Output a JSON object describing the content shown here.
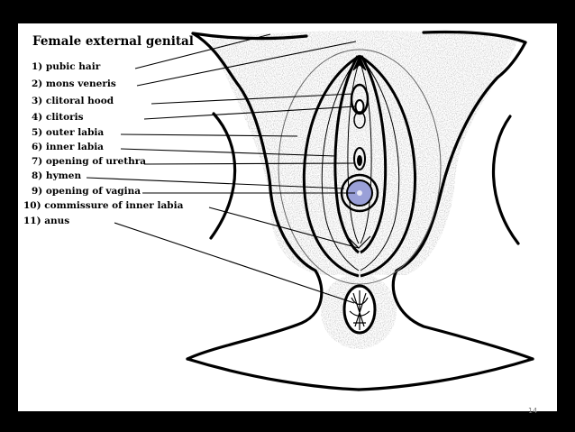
{
  "title": "Female external genital",
  "labels": [
    "1) pubic hair",
    "2) mons veneris",
    "3) clitoral hood",
    "4) clitoris",
    "5) outer labia",
    "6) inner labia",
    "7) opening of urethra",
    "8) hymen",
    "9) opening of vagina",
    "10) commissure of inner labia",
    "11) anus"
  ],
  "page_number": "14",
  "colors": {
    "outer_frame": "#000000",
    "slide_background": "#ffffff",
    "lines": "#000000",
    "hair_shading": "#b0b0b0",
    "vaginal_opening_fill": "#9aa0d8"
  }
}
